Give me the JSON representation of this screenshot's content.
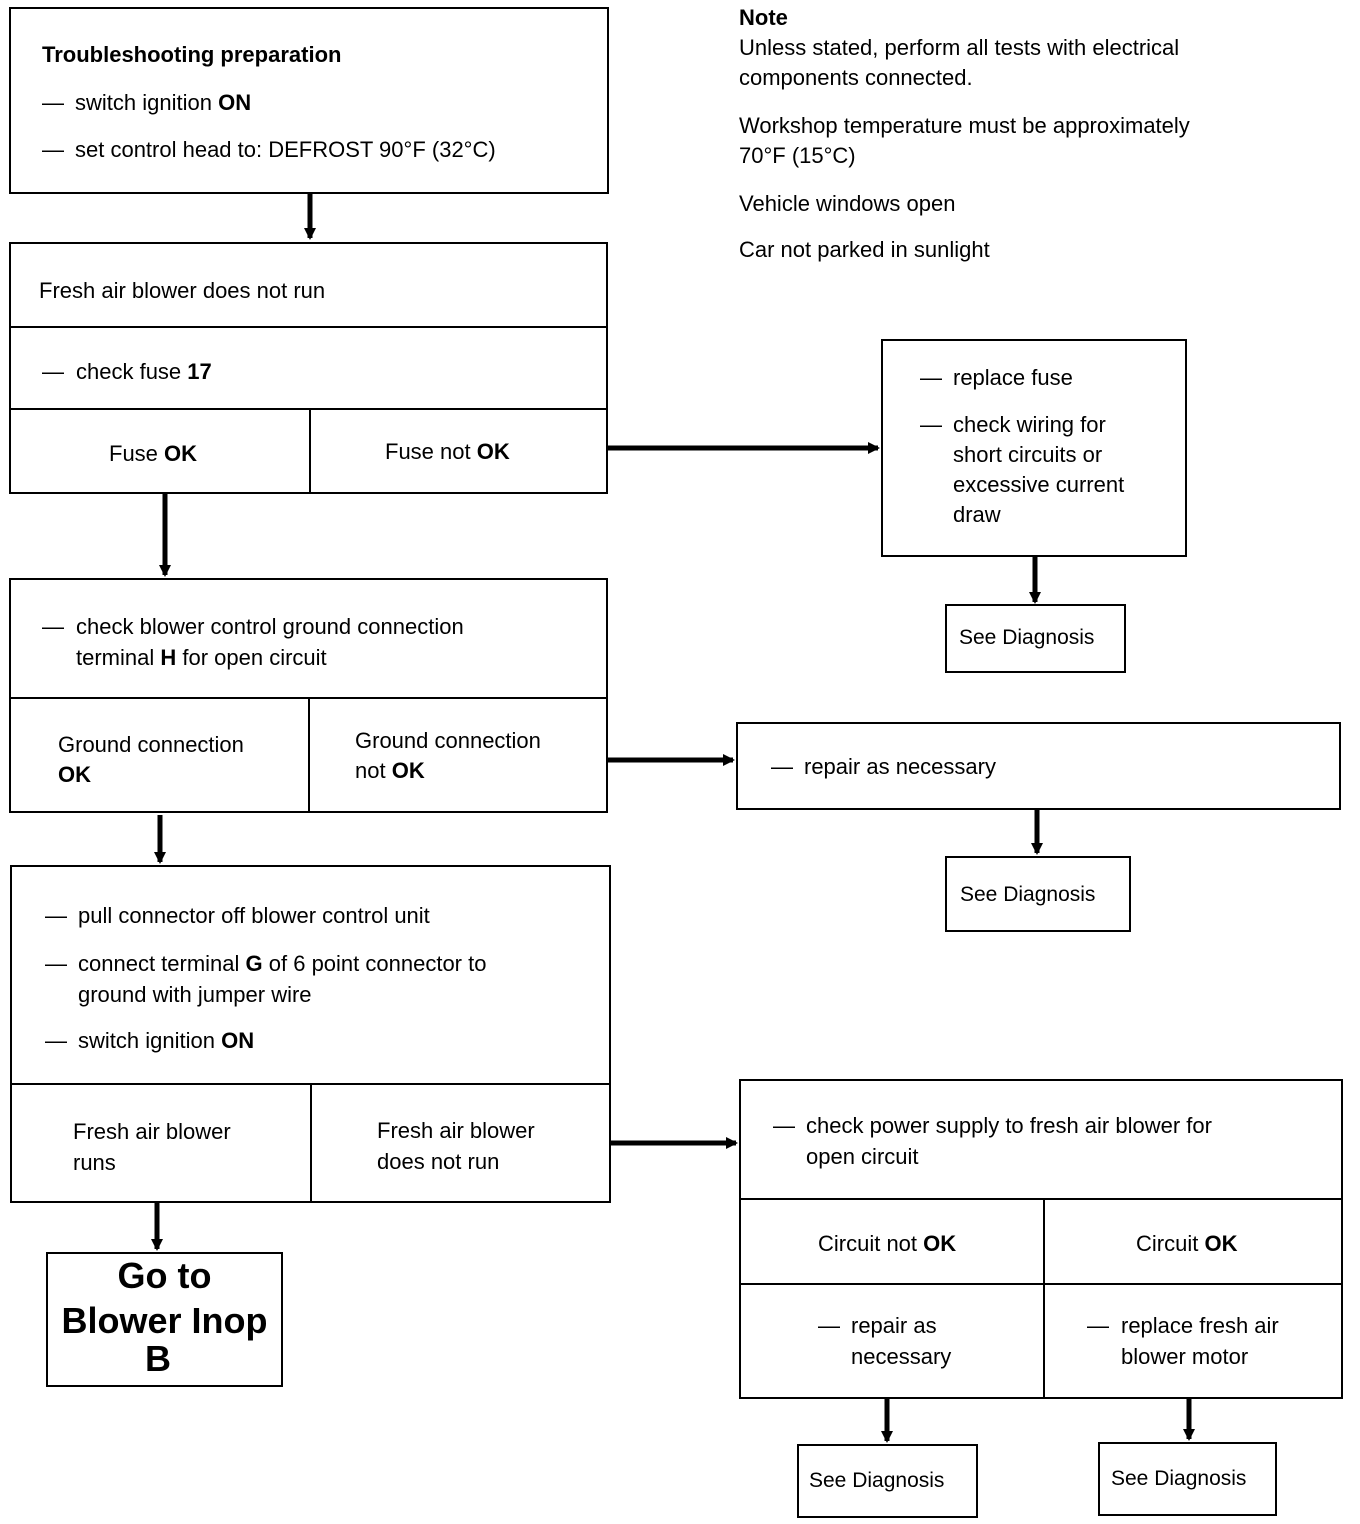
{
  "note": {
    "title": "Note",
    "line1": "Unless stated, perform all tests with electrical",
    "line2": "components connected.",
    "line3": "Workshop temperature must be approximately",
    "line4": "70°F (15°C)",
    "line5": "Vehicle windows open",
    "line6": "Car not parked in sunlight"
  },
  "prep": {
    "title": "Troubleshooting preparation",
    "step1_text": "switch ignition ",
    "step1_bold": "ON",
    "step2_text": "set control head to: DEFROST 90°F (32°C)"
  },
  "fuse_block": {
    "symptom": "Fresh air blower does not run",
    "check_text": "check fuse ",
    "check_bold": "17",
    "ok_text": "Fuse ",
    "ok_bold": "OK",
    "notok_text": "Fuse not ",
    "notok_bold": "OK"
  },
  "fuse_fix": {
    "step1": "replace fuse",
    "step2_l1": "check wiring for",
    "step2_l2": "short circuits or",
    "step2_l3": "excessive current",
    "step2_l4": "draw",
    "see": "See Diagnosis"
  },
  "ground_block": {
    "check_l1": "check blower control ground connection",
    "check_l2_text": "terminal ",
    "check_l2_bold": "H",
    "check_l2_rest": " for open circuit",
    "ok_l1": "Ground connection",
    "ok_l2": "OK",
    "notok_l1": "Ground connection",
    "notok_l2_text": "not ",
    "notok_l2_bold": "OK"
  },
  "ground_fix": {
    "step1": "repair as necessary",
    "see": "See Diagnosis"
  },
  "connector_block": {
    "step1": "pull connector off blower control unit",
    "step2_l1_text": "connect terminal ",
    "step2_l1_bold": "G",
    "step2_l1_rest": " of 6 point connector to",
    "step2_l2": "ground with jumper wire",
    "step3_text": "switch ignition ",
    "step3_bold": "ON",
    "runs_l1": "Fresh air blower",
    "runs_l2": "runs",
    "notrun_l1": "Fresh air blower",
    "notrun_l2": "does not run"
  },
  "goto": {
    "l1": "Go to",
    "l2": "Blower Inop",
    "l3": "B"
  },
  "power_block": {
    "check_l1": "check power supply to fresh air blower for",
    "check_l2": "open circuit",
    "notok_text": "Circuit not ",
    "notok_bold": "OK",
    "ok_text": "Circuit ",
    "ok_bold": "OK",
    "repair_l1": "repair as",
    "repair_l2": "necessary",
    "replace_l1": "replace fresh air",
    "replace_l2": "blower motor",
    "see_left": "See Diagnosis",
    "see_right": "See Diagnosis"
  }
}
